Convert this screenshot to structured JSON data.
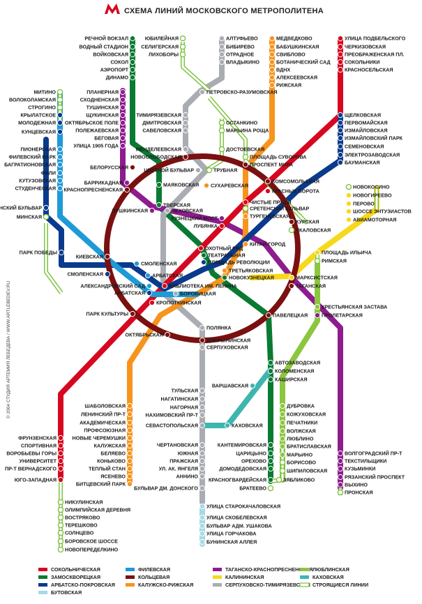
{
  "header": {
    "title": "СХЕМА ЛИНИЙ МОСКОВСКОГО МЕТРОПОЛИТЕНА",
    "logo": "М"
  },
  "side_text": "© 2004 СТУДИЯ АРТЕМИЯ ЛЕБЕДЕВА   /   WWW.ARTLEBEDEV.RU",
  "lines": {
    "sokolnicheskaya": {
      "name": "СОКОЛЬНИЧЕСКАЯ",
      "color": "#d6081f"
    },
    "zamoskvoretskaya": {
      "name": "ЗАМОСКВОРЕЦКАЯ",
      "color": "#0a7a32"
    },
    "arbatsko": {
      "name": "АРБАТСКО-ПОКРОВСКАЯ",
      "color": "#0a3a8c"
    },
    "filevskaya": {
      "name": "ФИЛЕВСКАЯ",
      "color": "#1e9ad6"
    },
    "koltsevaya": {
      "name": "КОЛЬЦЕВАЯ",
      "color": "#7a1010"
    },
    "kaluzhsko": {
      "name": "КАЛУЖСКО-РИЖСКАЯ",
      "color": "#f7941d"
    },
    "tagansko": {
      "name": "ТАГАНСКО-КРАСНОПРЕСНЕНСКАЯ",
      "color": "#8e1c8e"
    },
    "kalininskaya": {
      "name": "КАЛИНИНСКАЯ",
      "color": "#f7d81a"
    },
    "serpukhovsko": {
      "name": "СЕРПУХОВСКО-ТИМИРЯЗЕВСКАЯ",
      "color": "#a9acb2"
    },
    "lyublinskaya": {
      "name": "ЛЮБЛИНСКАЯ",
      "color": "#8cc63f"
    },
    "kakhovskaya": {
      "name": "КАХОВСКАЯ",
      "color": "#3fb5b0"
    },
    "butovskaya": {
      "name": "БУТОВСКАЯ",
      "color": "#a6d9e6"
    },
    "construction": {
      "name": "СТРОЯЩИЕСЯ ЛИНИИ",
      "color": "#7fc342"
    }
  },
  "legend": [
    "sokolnicheskaya",
    "filevskaya",
    "tagansko",
    "lyublinskaya",
    "zamoskvoretskaya",
    "koltsevaya",
    "kalininskaya",
    "kakhovskaya",
    "arbatsko",
    "kaluzhsko",
    "serpukhovsko",
    "construction",
    "butovskaya"
  ],
  "stations": [
    {
      "n": "РЕЧНОЙ ВОКЗАЛ",
      "l": "zamoskvoretskaya"
    },
    {
      "n": "ВОДНЫЙ СТАДИОН",
      "l": "zamoskvoretskaya"
    },
    {
      "n": "ВОЙКОВСКАЯ",
      "l": "zamoskvoretskaya"
    },
    {
      "n": "СОКОЛ",
      "l": "zamoskvoretskaya"
    },
    {
      "n": "АЭРОПОРТ",
      "l": "zamoskvoretskaya"
    },
    {
      "n": "ДИНАМО",
      "l": "zamoskvoretskaya"
    },
    {
      "n": "ЮБИЛЕЙНАЯ",
      "l": "construction"
    },
    {
      "n": "СЕЛИГЕРСКАЯ",
      "l": "construction"
    },
    {
      "n": "ЛИХОБОРЫ",
      "l": "construction"
    },
    {
      "n": "АЛТУФЬЕВО",
      "l": "serpukhovsko"
    },
    {
      "n": "БИБИРЕВО",
      "l": "serpukhovsko"
    },
    {
      "n": "ОТРАДНОЕ",
      "l": "serpukhovsko"
    },
    {
      "n": "ВЛАДЫКИНО",
      "l": "serpukhovsko"
    },
    {
      "n": "ПЕТРОВСКО-РАЗУМОВСКАЯ",
      "l": "serpukhovsko"
    },
    {
      "n": "МЕДВЕДКОВО",
      "l": "kaluzhsko"
    },
    {
      "n": "БАБУШКИНСКАЯ",
      "l": "kaluzhsko"
    },
    {
      "n": "СВИБЛОВО",
      "l": "kaluzhsko"
    },
    {
      "n": "БОТАНИЧЕСКИЙ САД",
      "l": "kaluzhsko"
    },
    {
      "n": "ВДНХ",
      "l": "kaluzhsko"
    },
    {
      "n": "АЛЕКСЕЕВСКАЯ",
      "l": "kaluzhsko"
    },
    {
      "n": "РИЖСКАЯ",
      "l": "kaluzhsko"
    },
    {
      "n": "УЛИЦА ПОДБЕЛЬСКОГО",
      "l": "sokolnicheskaya"
    },
    {
      "n": "ЧЕРКИЗОВСКАЯ",
      "l": "sokolnicheskaya"
    },
    {
      "n": "ПРЕОБРАЖЕНСКАЯ ПЛ.",
      "l": "sokolnicheskaya"
    },
    {
      "n": "СОКОЛЬНИКИ",
      "l": "sokolnicheskaya"
    },
    {
      "n": "КРАСНОСЕЛЬСКАЯ",
      "l": "sokolnicheskaya"
    },
    {
      "n": "МИТИНО",
      "l": "construction"
    },
    {
      "n": "ВОЛОКОЛАМСКАЯ",
      "l": "construction"
    },
    {
      "n": "СТРОГИНО",
      "l": "construction"
    },
    {
      "n": "КРЫЛАТСКОЕ",
      "l": "arbatsko"
    },
    {
      "n": "МОЛОДЕЖНАЯ",
      "l": "arbatsko"
    },
    {
      "n": "КУНЦЕВСКАЯ",
      "l": "arbatsko"
    },
    {
      "n": "ПИОНЕРСКАЯ",
      "l": "filevskaya"
    },
    {
      "n": "ФИЛЕВСКИЙ ПАРК",
      "l": "filevskaya"
    },
    {
      "n": "БАГРАТИОНОВСКАЯ",
      "l": "filevskaya"
    },
    {
      "n": "ФИЛИ",
      "l": "filevskaya"
    },
    {
      "n": "КУТУЗОВСКАЯ",
      "l": "filevskaya"
    },
    {
      "n": "СТУДЕНЧЕСКАЯ",
      "l": "filevskaya"
    },
    {
      "n": "СЛАВЯНСКИЙ БУЛЬВАР",
      "l": "arbatsko"
    },
    {
      "n": "МИНСКАЯ",
      "l": "construction"
    },
    {
      "n": "ПАРК ПОБЕДЫ",
      "l": "arbatsko"
    },
    {
      "n": "ПЛАНЕРНАЯ",
      "l": "tagansko"
    },
    {
      "n": "СХОДНЕНСКАЯ",
      "l": "tagansko"
    },
    {
      "n": "ТУШИНСКАЯ",
      "l": "tagansko"
    },
    {
      "n": "ЩУКИНСКАЯ",
      "l": "tagansko"
    },
    {
      "n": "ОКТЯБРЬСКОЕ ПОЛЕ",
      "l": "tagansko"
    },
    {
      "n": "ПОЛЕЖАЕВСКАЯ",
      "l": "tagansko"
    },
    {
      "n": "БЕГОВАЯ",
      "l": "tagansko"
    },
    {
      "n": "УЛИЦА 1905 ГОДА",
      "l": "tagansko"
    },
    {
      "n": "ТИМИРЯЗЕВСКАЯ",
      "l": "serpukhovsko"
    },
    {
      "n": "ДМИТРОВСКАЯ",
      "l": "serpukhovsko"
    },
    {
      "n": "САВЕЛОВСКАЯ",
      "l": "serpukhovsko"
    },
    {
      "n": "ОСТАНКИНО",
      "l": "construction"
    },
    {
      "n": "МАРЬИНА РОЩА",
      "l": "construction"
    },
    {
      "n": "ЩЕЛКОВСКАЯ",
      "l": "arbatsko"
    },
    {
      "n": "ПЕРВОМАЙСКАЯ",
      "l": "arbatsko"
    },
    {
      "n": "ИЗМАЙЛОВСКАЯ",
      "l": "arbatsko"
    },
    {
      "n": "ИЗМАЙЛОВСКИЙ ПАРК",
      "l": "arbatsko"
    },
    {
      "n": "СЕМЕНОВСКАЯ",
      "l": "arbatsko"
    },
    {
      "n": "ЭЛЕКТРОЗАВОДСКАЯ",
      "l": "arbatsko"
    },
    {
      "n": "БАУМАНСКАЯ",
      "l": "arbatsko"
    },
    {
      "n": "МЕНДЕЛЕЕВСКАЯ",
      "l": "serpukhovsko"
    },
    {
      "n": "НОВОСЛОБОДСКАЯ",
      "l": "koltsevaya"
    },
    {
      "n": "ДОСТОЕВСКАЯ",
      "l": "construction"
    },
    {
      "n": "ПЛОЩАДЬ СУВОРОВА",
      "l": "construction"
    },
    {
      "n": "ПРОСПЕКТ МИРА",
      "l": "koltsevaya"
    },
    {
      "n": "БЕЛОРУССКАЯ",
      "l": "koltsevaya"
    },
    {
      "n": "ЦВЕТНОЙ БУЛЬВАР",
      "l": "serpukhovsko"
    },
    {
      "n": "ТРУБНАЯ",
      "l": "construction"
    },
    {
      "n": "КОМСОМОЛЬСКАЯ",
      "l": "koltsevaya"
    },
    {
      "n": "БАРРИКАДНАЯ",
      "l": "tagansko"
    },
    {
      "n": "КРАСНОПРЕСНЕНСКАЯ",
      "l": "koltsevaya"
    },
    {
      "n": "МАЯКОВСКАЯ",
      "l": "zamoskvoretskaya"
    },
    {
      "n": "СУХАРЕВСКАЯ",
      "l": "kaluzhsko"
    },
    {
      "n": "КРАСНЫЕ ВОРОТА",
      "l": "sokolnicheskaya"
    },
    {
      "n": "ТВЕРСКАЯ",
      "l": "zamoskvoretskaya"
    },
    {
      "n": "ЧИСТЫЕ ПРУДЫ",
      "l": "sokolnicheskaya"
    },
    {
      "n": "СРЕТЕНСКИЙ БУЛЬВАР",
      "l": "construction"
    },
    {
      "n": "ТУРГЕНЕВСКАЯ",
      "l": "kaluzhsko"
    },
    {
      "n": "ПУШКИНСКАЯ",
      "l": "tagansko"
    },
    {
      "n": "ЧЕХОВСКАЯ",
      "l": "serpukhovsko"
    },
    {
      "n": "КУЗНЕЦКИЙ МОСТ",
      "l": "tagansko"
    },
    {
      "n": "ЛУБЯНКА",
      "l": "sokolnicheskaya"
    },
    {
      "n": "КУРСКАЯ",
      "l": "koltsevaya"
    },
    {
      "n": "ЧКАЛОВСКАЯ",
      "l": "construction"
    },
    {
      "n": "НОВОКОСИНО",
      "l": "construction"
    },
    {
      "n": "НОВОГИРЕЕВО",
      "l": "kalininskaya"
    },
    {
      "n": "ПЕРОВО",
      "l": "kalininskaya"
    },
    {
      "n": "ШОССЕ ЭНТУЗИАСТОВ",
      "l": "kalininskaya"
    },
    {
      "n": "АВИАМОТОРНАЯ",
      "l": "kalininskaya"
    },
    {
      "n": "КИТАЙ-ГОРОД",
      "l": "kaluzhsko"
    },
    {
      "n": "ОХОТНЫЙ РЯД",
      "l": "sokolnicheskaya"
    },
    {
      "n": "ТЕАТРАЛЬНАЯ",
      "l": "zamoskvoretskaya"
    },
    {
      "n": "ПЛОЩАДЬ РЕВОЛЮЦИИ",
      "l": "arbatsko"
    },
    {
      "n": "ПЛОЩАДЬ ИЛЬИЧА",
      "l": "kalininskaya"
    },
    {
      "n": "РИМСКАЯ",
      "l": "construction"
    },
    {
      "n": "КИЕВСКАЯ",
      "l": "koltsevaya"
    },
    {
      "n": "СМОЛЕНСКАЯ",
      "l": "filevskaya"
    },
    {
      "n": "СМОЛЕНСКАЯ",
      "l": "arbatsko"
    },
    {
      "n": "АРБАТСКАЯ",
      "l": "filevskaya"
    },
    {
      "n": "АЛЕКСАНДРОВСКИЙ САД",
      "l": "filevskaya"
    },
    {
      "n": "АРБАТСКАЯ",
      "l": "arbatsko"
    },
    {
      "n": "БИБЛИОТЕКА ИМ. ЛЕНИНА",
      "l": "sokolnicheskaya"
    },
    {
      "n": "БОРОВИЦКАЯ",
      "l": "serpukhovsko"
    },
    {
      "n": "ТРЕТЬЯКОВСКАЯ",
      "l": "kaluzhsko"
    },
    {
      "n": "НОВОКУЗНЕЦКАЯ",
      "l": "zamoskvoretskaya"
    },
    {
      "n": "МАРКСИСТСКАЯ",
      "l": "kalininskaya"
    },
    {
      "n": "ТАГАНСКАЯ",
      "l": "koltsevaya"
    },
    {
      "n": "КРОПОТКИНСКАЯ",
      "l": "sokolnicheskaya"
    },
    {
      "n": "ПАРК КУЛЬТУРЫ",
      "l": "koltsevaya"
    },
    {
      "n": "КРЕСТЬЯНСКАЯ ЗАСТАВА",
      "l": "lyublinskaya"
    },
    {
      "n": "ПРОЛЕТАРСКАЯ",
      "l": "tagansko"
    },
    {
      "n": "ПАВЕЛЕЦКАЯ",
      "l": "koltsevaya"
    },
    {
      "n": "ПОЛЯНКА",
      "l": "serpukhovsko"
    },
    {
      "n": "ОКТЯБРЬСКАЯ",
      "l": "koltsevaya"
    },
    {
      "n": "ДОБРЫНИНСКАЯ",
      "l": "koltsevaya"
    },
    {
      "n": "СЕРПУХОВСКАЯ",
      "l": "serpukhovsko"
    },
    {
      "n": "АВТОЗАВОДСКАЯ",
      "l": "zamoskvoretskaya"
    },
    {
      "n": "КОЛОМЕНСКАЯ",
      "l": "zamoskvoretskaya"
    },
    {
      "n": "КАШИРСКАЯ",
      "l": "zamoskvoretskaya"
    },
    {
      "n": "ВАРШАВСКАЯ",
      "l": "kakhovskaya"
    },
    {
      "n": "ШАБОЛОВСКАЯ",
      "l": "kaluzhsko"
    },
    {
      "n": "ЛЕНИНСКИЙ ПР-Т",
      "l": "kaluzhsko"
    },
    {
      "n": "АКАДЕМИЧЕСКАЯ",
      "l": "kaluzhsko"
    },
    {
      "n": "ПРОФСОЮЗНАЯ",
      "l": "kaluzhsko"
    },
    {
      "n": "НОВЫЕ ЧЕРЕМУШКИ",
      "l": "kaluzhsko"
    },
    {
      "n": "КАЛУЖСКАЯ",
      "l": "kaluzhsko"
    },
    {
      "n": "БЕЛЯЕВО",
      "l": "kaluzhsko"
    },
    {
      "n": "КОНЬКОВО",
      "l": "kaluzhsko"
    },
    {
      "n": "ТЕПЛЫЙ СТАН",
      "l": "kaluzhsko"
    },
    {
      "n": "ЯСЕНЕВО",
      "l": "kaluzhsko"
    },
    {
      "n": "БИТЦЕВСКИЙ ПАРК",
      "l": "kaluzhsko"
    },
    {
      "n": "ТУЛЬСКАЯ",
      "l": "serpukhovsko"
    },
    {
      "n": "НАГАТИНСКАЯ",
      "l": "serpukhovsko"
    },
    {
      "n": "НАГОРНАЯ",
      "l": "serpukhovsko"
    },
    {
      "n": "НАХИМОВСКИЙ ПР-Т",
      "l": "serpukhovsko"
    },
    {
      "n": "СЕВАСТОПОЛЬСКАЯ",
      "l": "serpukhovsko"
    },
    {
      "n": "КАХОВСКАЯ",
      "l": "kakhovskaya"
    },
    {
      "n": "ЧЕРТАНОВСКАЯ",
      "l": "serpukhovsko"
    },
    {
      "n": "ЮЖНАЯ",
      "l": "serpukhovsko"
    },
    {
      "n": "ПРАЖСКАЯ",
      "l": "serpukhovsko"
    },
    {
      "n": "УЛ. АК. ЯНГЕЛЯ",
      "l": "serpukhovsko"
    },
    {
      "n": "АННИНО",
      "l": "serpukhovsko"
    },
    {
      "n": "БУЛЬВАР ДМ. ДОНСКОГО",
      "l": "serpukhovsko"
    },
    {
      "n": "УЛИЦА СТАРОКАЧАЛОВСКАЯ",
      "l": "butovskaya"
    },
    {
      "n": "УЛИЦА СКОБЕЛЕВСКАЯ",
      "l": "butovskaya"
    },
    {
      "n": "БУЛЬВАР АДМ. УШАКОВА",
      "l": "butovskaya"
    },
    {
      "n": "УЛИЦА ГОРЧАКОВА",
      "l": "butovskaya"
    },
    {
      "n": "БУНИНСКАЯ АЛЛЕЯ",
      "l": "butovskaya"
    },
    {
      "n": "КАНТЕМИРОВСКАЯ",
      "l": "zamoskvoretskaya"
    },
    {
      "n": "ЦАРИЦЫНО",
      "l": "zamoskvoretskaya"
    },
    {
      "n": "ОРЕХОВО",
      "l": "zamoskvoretskaya"
    },
    {
      "n": "ДОМОДЕДОВСКАЯ",
      "l": "zamoskvoretskaya"
    },
    {
      "n": "КРАСНОГВАРДЕЙСКАЯ",
      "l": "zamoskvoretskaya"
    },
    {
      "n": "БРАТЕЕВО",
      "l": "construction"
    },
    {
      "n": "ЗЯБЛИКОВО",
      "l": "construction"
    },
    {
      "n": "ДУБРОВКА",
      "l": "lyublinskaya"
    },
    {
      "n": "КОЖУХОВСКАЯ",
      "l": "lyublinskaya"
    },
    {
      "n": "ПЕЧАТНИКИ",
      "l": "lyublinskaya"
    },
    {
      "n": "ВОЛЖСКАЯ",
      "l": "lyublinskaya"
    },
    {
      "n": "ЛЮБЛИНО",
      "l": "lyublinskaya"
    },
    {
      "n": "БРАТИСЛАВСКАЯ",
      "l": "lyublinskaya"
    },
    {
      "n": "МАРЬИНО",
      "l": "lyublinskaya"
    },
    {
      "n": "БОРИСОВО",
      "l": "construction"
    },
    {
      "n": "ШИПИЛОВСКАЯ",
      "l": "construction"
    },
    {
      "n": "ВОЛГОГРАДСКИЙ ПР-Т",
      "l": "tagansko"
    },
    {
      "n": "ТЕКСТИЛЬЩИКИ",
      "l": "tagansko"
    },
    {
      "n": "КУЗЬМИНКИ",
      "l": "tagansko"
    },
    {
      "n": "РЯЗАНСКИЙ ПРОСПЕКТ",
      "l": "tagansko"
    },
    {
      "n": "ВЫХИНО",
      "l": "tagansko"
    },
    {
      "n": "ПРОНСКАЯ",
      "l": "construction"
    },
    {
      "n": "ФРУНЗЕНСКАЯ",
      "l": "sokolnicheskaya"
    },
    {
      "n": "СПОРТИВНАЯ",
      "l": "sokolnicheskaya"
    },
    {
      "n": "ВОРОБЬЕВЫ ГОРЫ",
      "l": "sokolnicheskaya"
    },
    {
      "n": "УНИВЕРСИТЕТ",
      "l": "sokolnicheskaya"
    },
    {
      "n": "ПР-Т ВЕРНАДСКОГО",
      "l": "sokolnicheskaya"
    },
    {
      "n": "ЮГО-ЗАПАДНАЯ",
      "l": "sokolnicheskaya"
    },
    {
      "n": "НИКУЛИНСКАЯ",
      "l": "construction"
    },
    {
      "n": "ОЛИМПИЙСКАЯ ДЕРЕВНЯ",
      "l": "construction"
    },
    {
      "n": "ВОСТРЯКОВО",
      "l": "construction"
    },
    {
      "n": "ТЕРЕШКОВО",
      "l": "construction"
    },
    {
      "n": "СОЛНЦЕВО",
      "l": "construction"
    },
    {
      "n": "БОРОВСКОЕ ШОССЕ",
      "l": "construction"
    },
    {
      "n": "НОВОПЕРЕДЕЛКИНО",
      "l": "construction"
    }
  ]
}
